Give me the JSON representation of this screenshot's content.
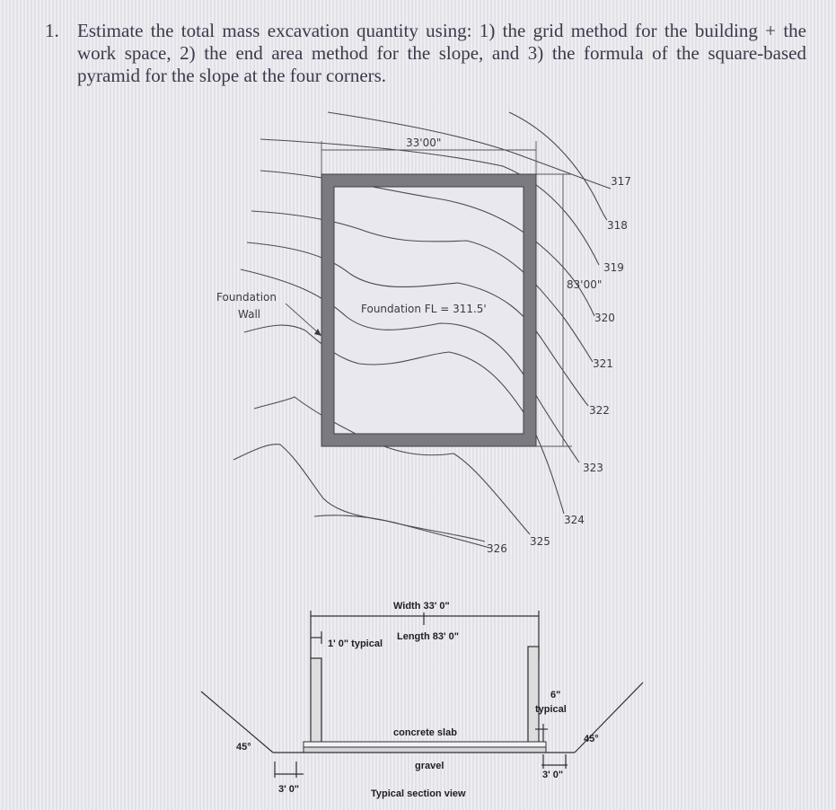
{
  "question": {
    "number": "1.",
    "text": "Estimate the total mass excavation quantity using: 1) the grid method for the building + the work space, 2) the end area method for the slope, and 3) the formula of the square-based pyramid for the slope at the four corners."
  },
  "plan": {
    "width_label": "33'00\"",
    "length_label": "83'00\"",
    "foundation_wall_label": [
      "Foundation",
      "Wall"
    ],
    "foundation_fl_label": "Foundation FL = 311.5'",
    "contour_labels": [
      "317",
      "318",
      "319",
      "320",
      "321",
      "322",
      "323",
      "324",
      "325",
      "326"
    ]
  },
  "section": {
    "width_label": "Width 33' 0\"",
    "length_label": "Length 83' 0\"",
    "wall_thickness_label": "1' 0\" typical",
    "slab_thickness_label": [
      "6\"",
      "typical"
    ],
    "slab_label": "concrete slab",
    "gravel_label": "gravel",
    "left_angle_label": "45°",
    "right_angle_label": "45°",
    "left_workspace_label": "3' 0\"",
    "right_workspace_label": "3' 0\"",
    "title": "Typical section view"
  },
  "colors": {
    "text": "#3a3a4a",
    "wall_fill": "#7a7a80",
    "background": "#e9e8ee"
  }
}
